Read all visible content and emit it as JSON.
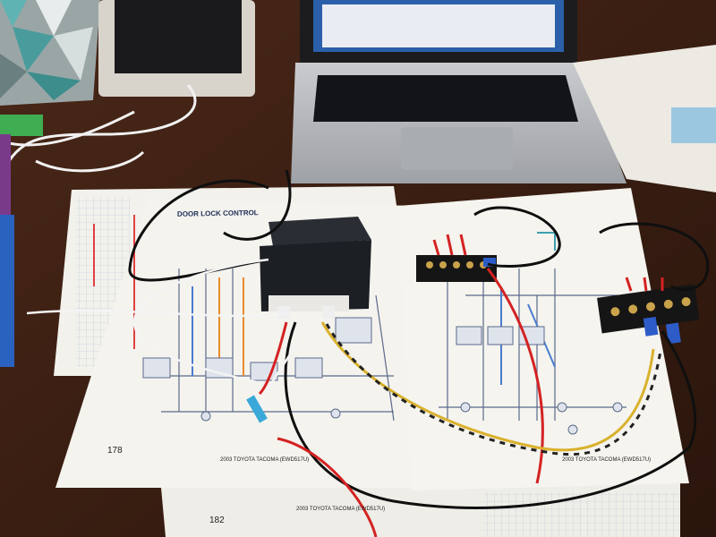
{
  "scene": {
    "diagram_title": "DOOR LOCK CONTROL",
    "page_number_left": "178",
    "page_number_bottom": "182",
    "footer_left": "2003 TOYOTA TACOMA (EWD517U)",
    "footer_right": "2003 TOYOTA TACOMA (EWD517U)",
    "footer_bottom": "2003 TOYOTA TACOMA (EWD517U)"
  },
  "colors": {
    "table": "#3a1f14",
    "paper": "#f2f1ec",
    "laptop": "#b9bbbe",
    "module": "#1e2227",
    "red_wire": "#d42222",
    "yellow_wire": "#d9b12c",
    "black_wire": "#111111",
    "white_wire": "#f4f4f4"
  }
}
